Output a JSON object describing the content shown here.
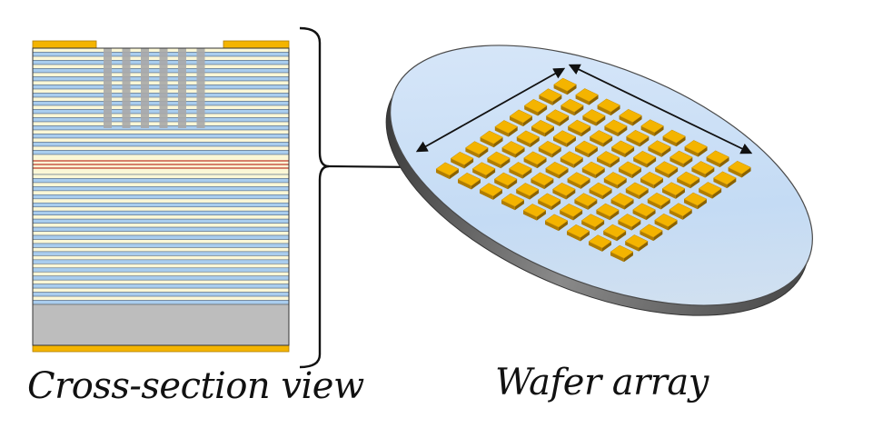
{
  "captions": {
    "cross_section": "Cross-section view",
    "wafer": "Wafer array"
  },
  "colors": {
    "gold": "#f4b400",
    "gold_dark": "#b07d00",
    "layer_light": "#fbf7d6",
    "layer_blue": "#a9cdee",
    "active_red": "#c0392b",
    "substrate": "#bdbdbd",
    "pillar": "#a8a8a8",
    "wafer_fill": "#c9def6",
    "wafer_edge": "#6e6e6e",
    "line": "#111111"
  },
  "cross_section": {
    "dbr_top_pairs": 13,
    "active_lines": 3,
    "dbr_bottom_pairs": 16,
    "implant_pillars": 6,
    "components": [
      "top-contact-left",
      "top-contact-right",
      "implant-pillars",
      "top-dbr",
      "active-region",
      "bottom-dbr",
      "substrate",
      "bottom-contact"
    ]
  },
  "wafer": {
    "grid_rows": 9,
    "grid_cols": 9,
    "dimension_arrows": 2
  }
}
